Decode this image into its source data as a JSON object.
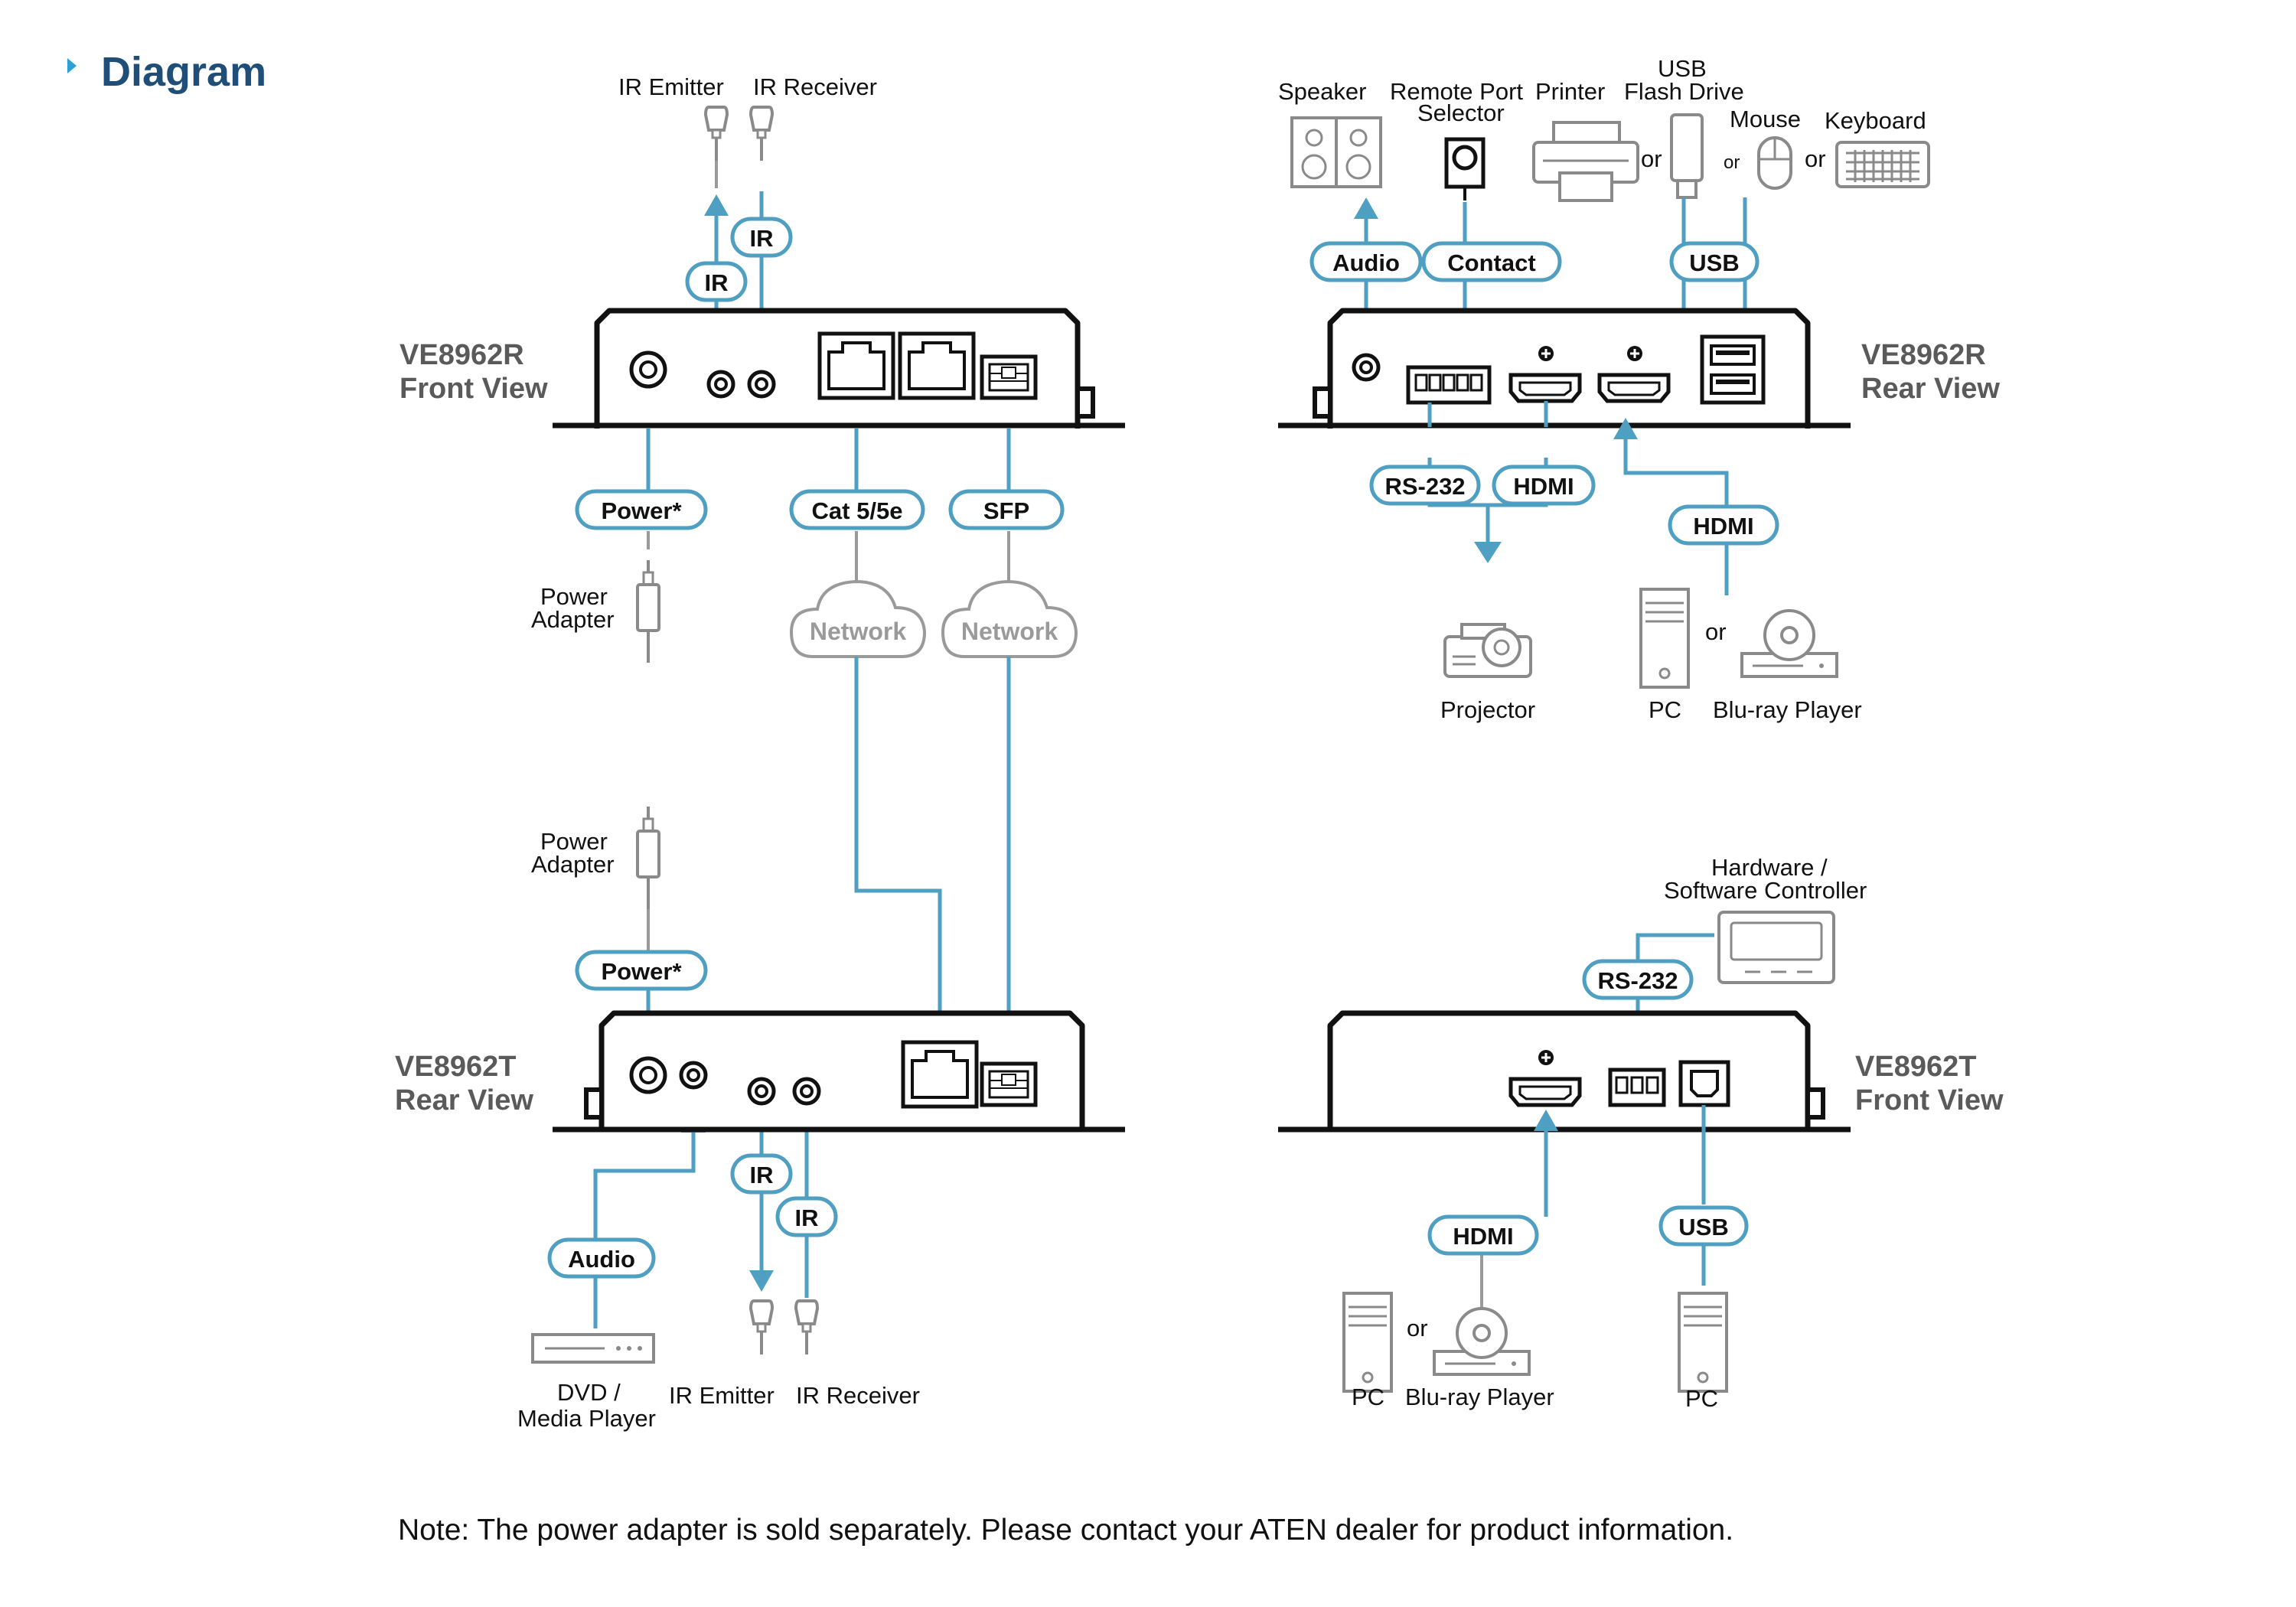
{
  "page": {
    "title": "Diagram",
    "note": "Note: The power adapter is sold separately. Please contact your ATEN dealer for product information."
  },
  "devices": {
    "receiver_front": [
      "VE8962R",
      "Front View"
    ],
    "receiver_rear": [
      "VE8962R",
      "Rear View"
    ],
    "transmitter_rear": [
      "VE8962T",
      "Rear View"
    ],
    "transmitter_front": [
      "VE8962T",
      "Front View"
    ]
  },
  "cables": {
    "ir": "IR",
    "power": "Power*",
    "cat": "Cat 5/5e",
    "sfp": "SFP",
    "audio": "Audio",
    "contact": "Contact",
    "usb": "USB",
    "rs232": "RS-232",
    "hdmi": "HDMI"
  },
  "clouds": {
    "network": "Network"
  },
  "peripherals": {
    "ir_emitter": "IR Emitter",
    "ir_receiver": "IR Receiver",
    "power_adapter": [
      "Power",
      "Adapter"
    ],
    "speaker": "Speaker",
    "remote_port_selector": [
      "Remote Port",
      "Selector"
    ],
    "printer": "Printer",
    "usb_flash_drive": [
      "USB",
      "Flash Drive"
    ],
    "mouse": "Mouse",
    "keyboard": "Keyboard",
    "projector": "Projector",
    "pc": "PC",
    "bluray_player": "Blu-ray Player",
    "hw_sw_controller": [
      "Hardware /",
      "Software Controller"
    ],
    "dvd_media_player": [
      "DVD /",
      "Media Player"
    ],
    "or": "or"
  },
  "colors": {
    "cable": "#4f9fc3",
    "title": "#1f4e79",
    "icon": "#8a8a8a",
    "device_label": "#5a5a5a"
  }
}
